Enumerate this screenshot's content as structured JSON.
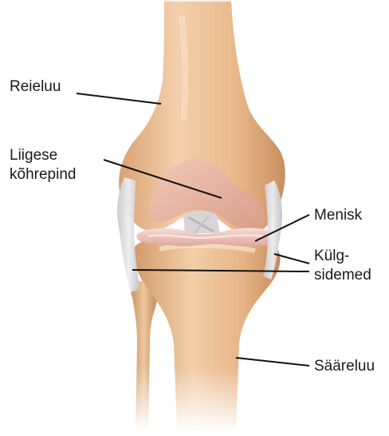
{
  "labels": {
    "femur": "Reieluu",
    "cartilage": "Liigese\nkõhrepind",
    "meniscus": "Menisk",
    "ligaments": "Külg-\nsidemed",
    "tibia": "Sääreluu"
  },
  "colors": {
    "bone": "#E8B98A",
    "bone_shadow": "#C98F5E",
    "bone_highlight": "#F7DCC0",
    "cartilage": "#E9B7A6",
    "meniscus": "#EFC9C0",
    "ligament": "#D9D9DC",
    "leader_line": "#111111",
    "background": "#FFFFFF"
  }
}
